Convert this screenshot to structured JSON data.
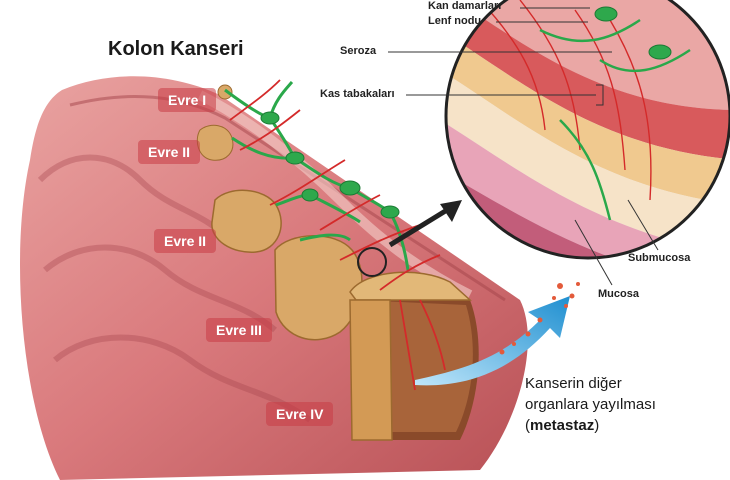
{
  "title": "Kolon Kanseri",
  "stages": {
    "s1": "Evre I",
    "s2a": "Evre II",
    "s2b": "Evre II",
    "s3": "Evre III",
    "s4": "Evre IV"
  },
  "callouts": {
    "blood_vessels": "Kan damarları",
    "lymph_node": "Lenf nodu",
    "serosa": "Seroza",
    "muscle_layers": "Kas tabakaları"
  },
  "layers": {
    "submucosa": "Submucosa",
    "mucosa": "Mucosa"
  },
  "metastasis": {
    "line1": "Kanserin diğer",
    "line2": "organlara yayılması",
    "open_paren": "(",
    "bold": "metastaz",
    "close_paren": ")"
  },
  "colors": {
    "colon_wall": "#d9797c",
    "colon_shadow": "#b85156",
    "tumor": "#d9a868",
    "lymph_vessel": "#2aa84a",
    "blood_vessel": "#d42a2a",
    "arrow_spread": "#1f8fd0"
  }
}
